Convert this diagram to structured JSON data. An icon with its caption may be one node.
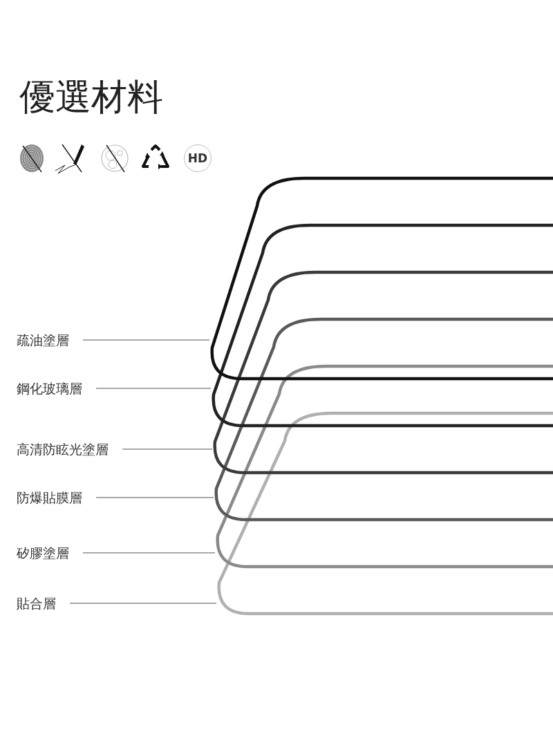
{
  "diagram": {
    "title": "優選材料",
    "nodes": [
      {
        "text": [
          "疏油塗層"
        ]
      },
      {
        "text": [
          "鋼化玻璃層"
        ]
      },
      {
        "text": [
          "高清防眩光塗層"
        ]
      },
      {
        "text": [
          "防爆貼膜層"
        ]
      },
      {
        "text": [
          "矽膠塗層"
        ]
      },
      {
        "text": [
          "貼合層"
        ]
      },
      {
        "text": [],
        "shape": "box"
      },
      {
        "text": [],
        "shape": "box"
      },
      {
        "text": [],
        "shape": "box"
      },
      {
        "text": [],
        "shape": "box"
      },
      {
        "text": [],
        "shape": "box"
      },
      {
        "text": [],
        "shape": "box"
      }
    ],
    "edges": [
      {
        "from": 0,
        "to": 6,
        "arrow": "none"
      },
      {
        "from": 1,
        "to": 7,
        "arrow": "none"
      },
      {
        "from": 2,
        "to": 8,
        "arrow": "none"
      },
      {
        "from": 3,
        "to": 9,
        "arrow": "none"
      },
      {
        "from": 4,
        "to": 10,
        "arrow": "none"
      },
      {
        "from": 5,
        "to": 11,
        "arrow": "none"
      }
    ],
    "labels": [
      "HD"
    ]
  }
}
